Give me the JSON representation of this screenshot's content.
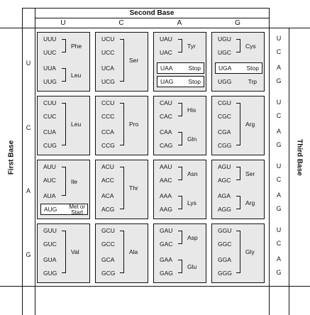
{
  "headers": {
    "second_base": "Second Base",
    "first_base": "First Base",
    "third_base": "Third Base"
  },
  "second_base_cols": [
    "U",
    "C",
    "A",
    "G"
  ],
  "first_base_rows": [
    "U",
    "C",
    "A",
    "G"
  ],
  "third_base_letters": [
    "U",
    "C",
    "A",
    "G"
  ],
  "rows": [
    {
      "cells": [
        {
          "codons": [
            "UUU",
            "UUC",
            "UUA",
            "UUG"
          ],
          "groups": [
            {
              "label": "Phe",
              "span": [
                0,
                1
              ]
            },
            {
              "label": "Leu",
              "span": [
                2,
                3
              ]
            }
          ],
          "boxes": []
        },
        {
          "codons": [
            "UCU",
            "UCC",
            "UCA",
            "UCG"
          ],
          "groups": [
            {
              "label": "Ser",
              "span": [
                0,
                3
              ]
            }
          ],
          "boxes": []
        },
        {
          "codons": [
            "UAU",
            "UAC",
            "UAA",
            "UAG"
          ],
          "groups": [
            {
              "label": "Tyr",
              "span": [
                0,
                1
              ]
            }
          ],
          "boxes": [
            {
              "index": 2,
              "label": "Stop"
            },
            {
              "index": 3,
              "label": "Stop"
            }
          ]
        },
        {
          "codons": [
            "UGU",
            "UGC",
            "UGA",
            "UGG"
          ],
          "groups": [
            {
              "label": "Cys",
              "span": [
                0,
                1
              ]
            }
          ],
          "boxes": [
            {
              "index": 2,
              "label": "Stop"
            }
          ],
          "singles": [
            {
              "index": 3,
              "label": "Trp"
            }
          ]
        }
      ]
    },
    {
      "cells": [
        {
          "codons": [
            "CUU",
            "CUC",
            "CUA",
            "CUG"
          ],
          "groups": [
            {
              "label": "Leu",
              "span": [
                0,
                3
              ]
            }
          ],
          "boxes": []
        },
        {
          "codons": [
            "CCU",
            "CCC",
            "CCA",
            "CCG"
          ],
          "groups": [
            {
              "label": "Pro",
              "span": [
                0,
                3
              ]
            }
          ],
          "boxes": []
        },
        {
          "codons": [
            "CAU",
            "CAC",
            "CAA",
            "CAG"
          ],
          "groups": [
            {
              "label": "His",
              "span": [
                0,
                1
              ]
            },
            {
              "label": "Gln",
              "span": [
                2,
                3
              ]
            }
          ],
          "boxes": []
        },
        {
          "codons": [
            "CGU",
            "CGC",
            "CGA",
            "CGG"
          ],
          "groups": [
            {
              "label": "Arg",
              "span": [
                0,
                3
              ]
            }
          ],
          "boxes": []
        }
      ]
    },
    {
      "cells": [
        {
          "codons": [
            "AUU",
            "AUC",
            "AUA",
            "AUG"
          ],
          "groups": [
            {
              "label": "Ile",
              "span": [
                0,
                2
              ]
            }
          ],
          "boxes": [
            {
              "index": 3,
              "label": "Met or Start",
              "label_lines": [
                "Met or",
                "Start"
              ]
            }
          ]
        },
        {
          "codons": [
            "ACU",
            "ACC",
            "ACA",
            "ACG"
          ],
          "groups": [
            {
              "label": "Thr",
              "span": [
                0,
                3
              ]
            }
          ],
          "boxes": []
        },
        {
          "codons": [
            "AAU",
            "AAC",
            "AAA",
            "AAG"
          ],
          "groups": [
            {
              "label": "Asn",
              "span": [
                0,
                1
              ]
            },
            {
              "label": "Lys",
              "span": [
                2,
                3
              ]
            }
          ],
          "boxes": []
        },
        {
          "codons": [
            "AGU",
            "AGC",
            "AGA",
            "AGG"
          ],
          "groups": [
            {
              "label": "Ser",
              "span": [
                0,
                1
              ]
            },
            {
              "label": "Arg",
              "span": [
                2,
                3
              ]
            }
          ],
          "boxes": []
        }
      ]
    },
    {
      "cells": [
        {
          "codons": [
            "GUU",
            "GUC",
            "GUA",
            "GUG"
          ],
          "groups": [
            {
              "label": "Val",
              "span": [
                0,
                3
              ]
            }
          ],
          "boxes": []
        },
        {
          "codons": [
            "GCU",
            "GCC",
            "GCA",
            "GCG"
          ],
          "groups": [
            {
              "label": "Ala",
              "span": [
                0,
                3
              ]
            }
          ],
          "boxes": []
        },
        {
          "codons": [
            "GAU",
            "GAC",
            "GAA",
            "GAG"
          ],
          "groups": [
            {
              "label": "Asp",
              "span": [
                0,
                1
              ]
            },
            {
              "label": "Glu",
              "span": [
                2,
                3
              ]
            }
          ],
          "boxes": []
        },
        {
          "codons": [
            "GGU",
            "GGC",
            "GGA",
            "GGG"
          ],
          "groups": [
            {
              "label": "Gly",
              "span": [
                0,
                3
              ]
            }
          ],
          "boxes": []
        }
      ]
    }
  ]
}
